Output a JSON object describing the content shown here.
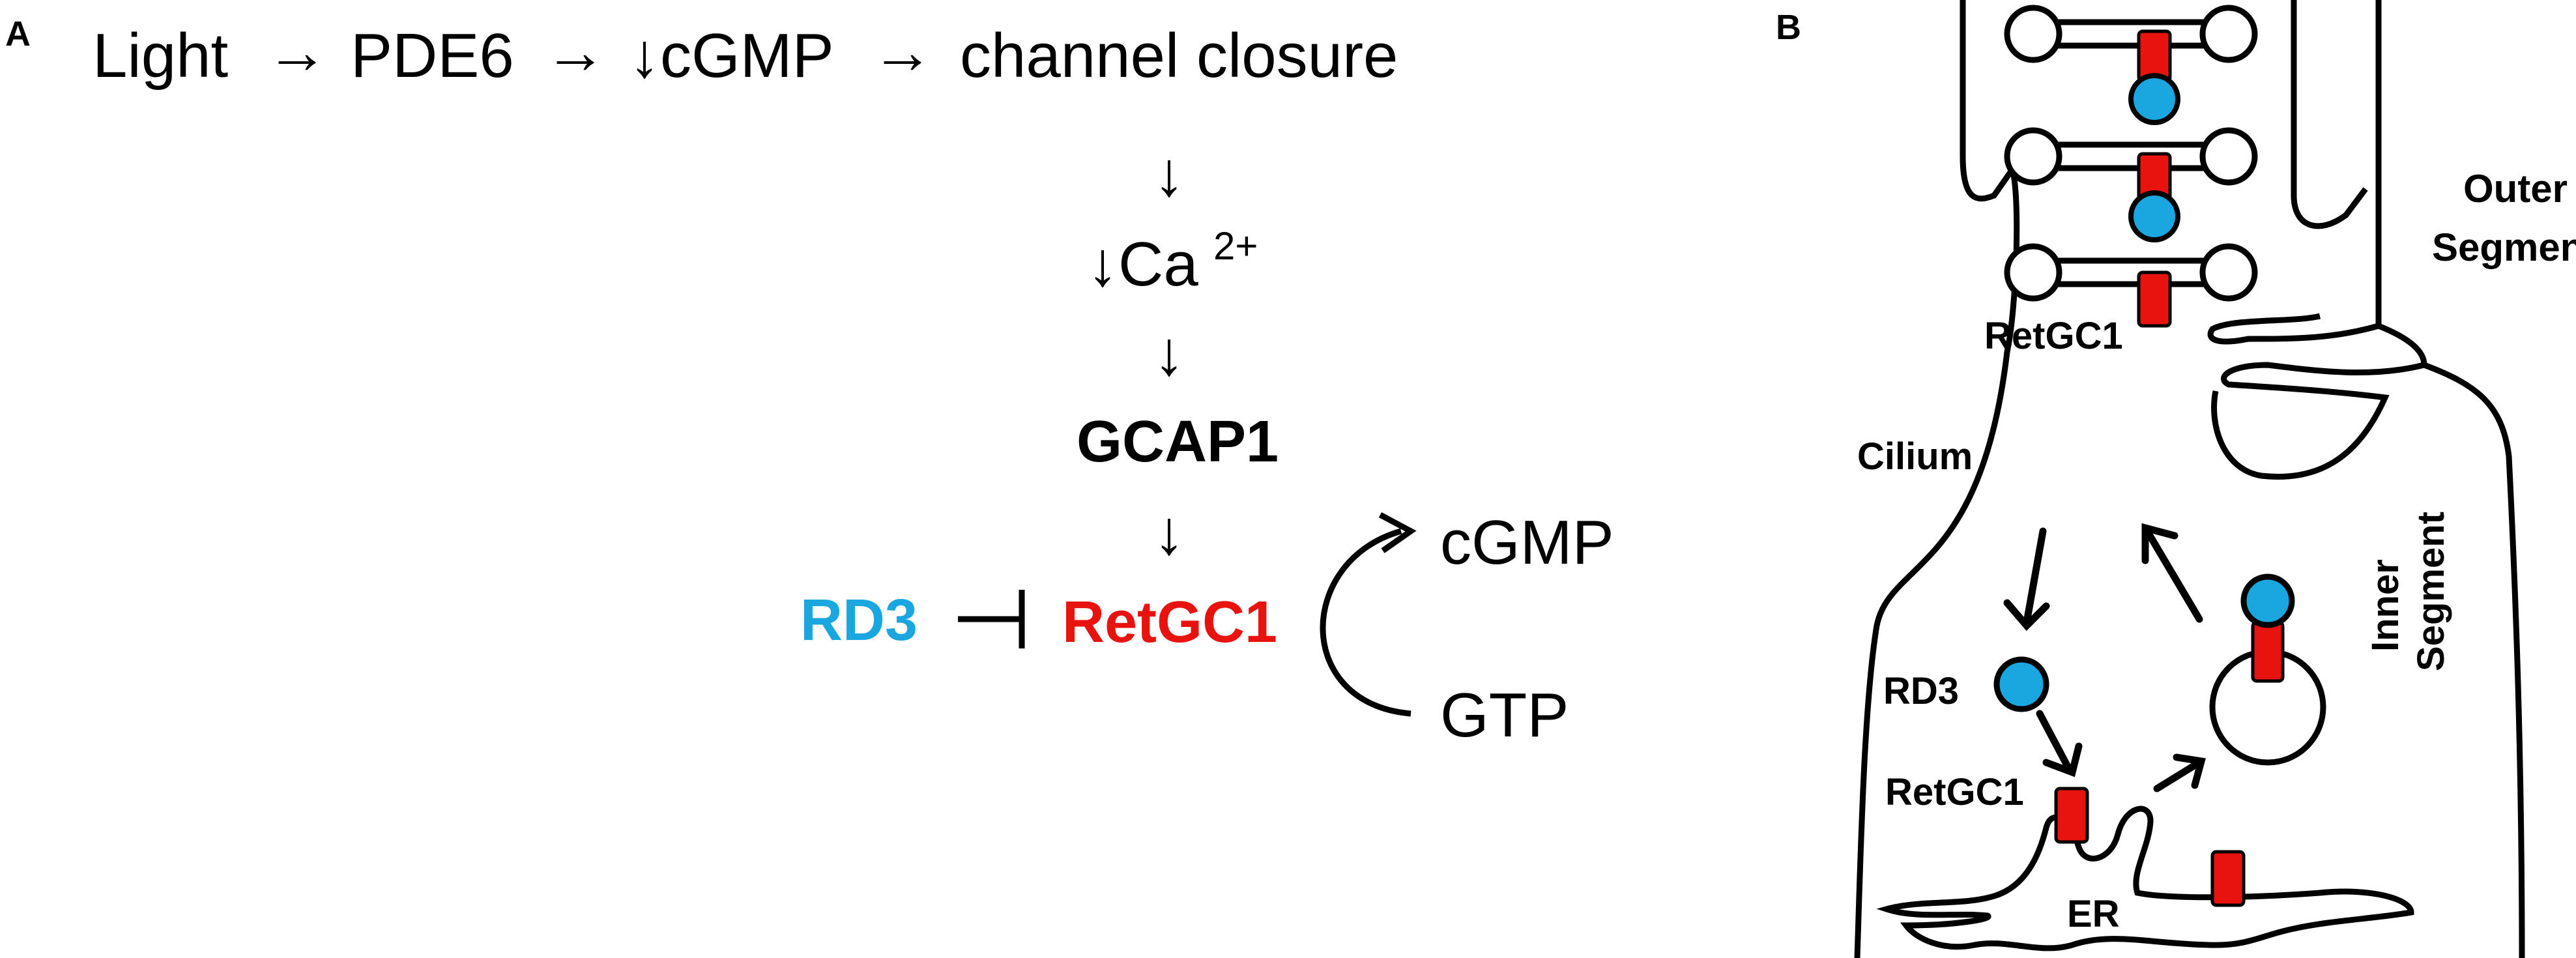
{
  "panel_a": {
    "label": "A",
    "pathway": {
      "light": "Light",
      "pde6": "PDE6",
      "cgmp_down": "↓cGMP",
      "channel_closure": "channel closure",
      "arrow_right": "→",
      "arrow_down": "↓"
    },
    "ca": "↓Ca",
    "ca_superscript": "2+",
    "gcap1": "GCAP1",
    "rd3": "RD3",
    "inhibit_symbol": "⊣",
    "retgc1": "RetGC1",
    "cycle_product": "cGMP",
    "cycle_substrate": "GTP"
  },
  "panel_b": {
    "label": "B",
    "outer_segment_line1": "Outer",
    "outer_segment_line2": "Segment",
    "retgc1_top": "RetGC1",
    "cilium": "Cilium",
    "inner_segment_line1": "Inner",
    "inner_segment_line2": "Segment",
    "rd3": "RD3",
    "retgc1_er": "RetGC1",
    "er": "ER"
  },
  "colors": {
    "text": "#000000",
    "rd3": "#1aa7e0",
    "retgc1": "#e8120f",
    "protein_red": "#e8120f",
    "protein_blue": "#1aa7e0"
  }
}
